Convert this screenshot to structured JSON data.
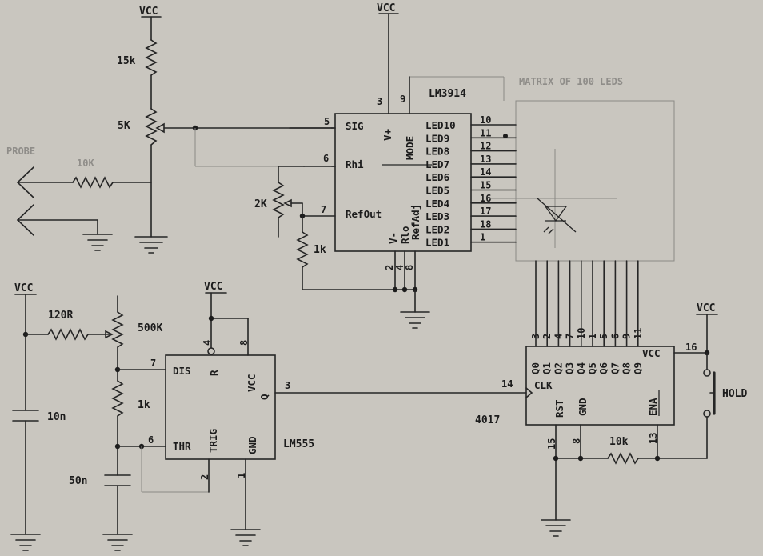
{
  "lm3914": {
    "name": "LM3914",
    "pins_top": [
      "3",
      "9"
    ],
    "pins_bottom": [
      "2",
      "4",
      "8"
    ],
    "pin_sig": "5",
    "pin_rhi": "6",
    "pin_refout": "7",
    "sig": "SIG",
    "rhi": "Rhi",
    "refout": "RefOut",
    "vplus": "V+",
    "mode": "MODE",
    "vminus": "V-",
    "rlo": "Rlo",
    "refadj": "RefAdj",
    "leds": [
      "LED10",
      "LED9",
      "LED8",
      "LED7",
      "LED6",
      "LED5",
      "LED4",
      "LED3",
      "LED2",
      "LED1"
    ],
    "led_pins": [
      "10",
      "11",
      "12",
      "13",
      "14",
      "15",
      "16",
      "17",
      "18",
      "1"
    ]
  },
  "lm555": {
    "name": "LM555",
    "dis": "DIS",
    "thr": "THR",
    "r": "R",
    "vcc": "VCC",
    "q": "Q",
    "trig": "TRIG",
    "gnd": "GND",
    "pin_dis": "7",
    "pin_thr": "6",
    "pin_r": "4",
    "pin_vcc": "8",
    "pin_q": "3",
    "pin_trig": "2",
    "pin_gnd": "1"
  },
  "cd4017": {
    "name": "4017",
    "clk": "CLK",
    "vcc": "VCC",
    "rst": "RST",
    "gnd": "GND",
    "ena": "ENA",
    "outputs": [
      "Q0",
      "Q1",
      "Q2",
      "Q3",
      "Q4",
      "Q5",
      "Q6",
      "Q7",
      "Q8",
      "Q9"
    ],
    "out_pins": [
      "3",
      "2",
      "4",
      "7",
      "10",
      "1",
      "5",
      "6",
      "9",
      "11"
    ],
    "pin_clk": "14",
    "pin_vcc": "16",
    "pin_rst": "15",
    "pin_gnd": "8",
    "pin_ena": "13"
  },
  "labels": {
    "vcc": "VCC",
    "r15k": "15k",
    "r5k": "5K",
    "r10k_probe": "10K",
    "probe": "PROBE",
    "r2k": "2K",
    "r1k_ref": "1k",
    "r120": "120R",
    "r500k": "500K",
    "r1k_timer": "1k",
    "c10n": "10n",
    "c50n": "50n",
    "r10k_rst": "10k",
    "hold": "HOLD",
    "matrix": "MATRIX OF 100 LEDS"
  }
}
